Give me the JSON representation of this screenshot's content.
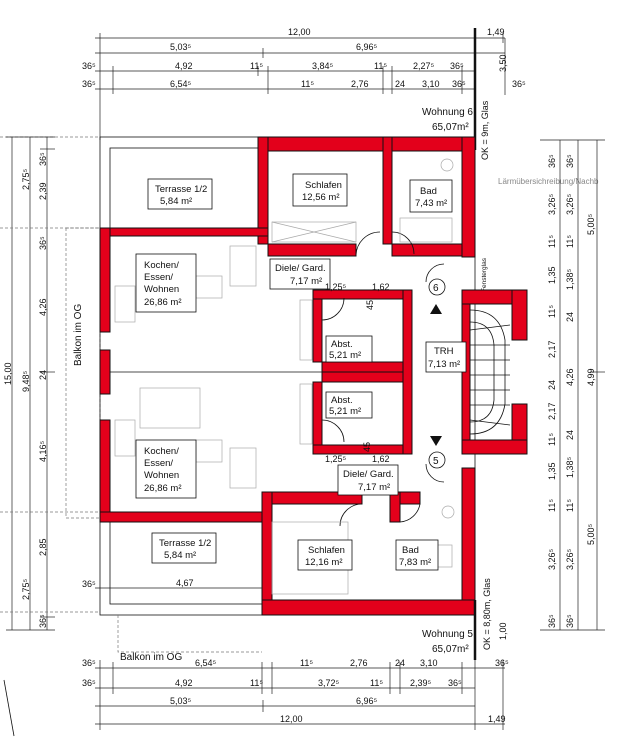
{
  "top_dimensions": {
    "row1": [
      "12,00",
      "1,49"
    ],
    "row2": [
      "5,03⁵",
      "6,96⁵"
    ],
    "row3": [
      "36⁵",
      "4,92",
      "11⁵",
      "3,84⁵",
      "11⁵",
      "2,27⁵",
      "36⁵"
    ],
    "row4": [
      "36⁵",
      "6,54⁵",
      "11⁵",
      "2,76",
      "24",
      "3,10",
      "36⁵"
    ],
    "right": "3,50"
  },
  "bottom_dimensions": {
    "row1": [
      "36⁵",
      "6,54⁵",
      "11⁵",
      "2,76",
      "24",
      "3,10",
      "36⁵"
    ],
    "row2": [
      "36⁵",
      "4,92",
      "11⁵",
      "3,72⁵",
      "11⁵",
      "2,39⁵",
      "36⁵"
    ],
    "row3": [
      "5,03⁵",
      "6,96⁵"
    ],
    "row4": [
      "12,00",
      "1,49"
    ],
    "right": "1,00"
  },
  "left_dimensions": {
    "outer": "15,00",
    "mid": "9,48⁵",
    "col_a": [
      "2,75⁵",
      "2,75⁵"
    ],
    "col_b": [
      "36⁵",
      "2,39",
      "36⁵",
      "4,26",
      "24",
      "4,16⁵",
      "2,85",
      "36⁵"
    ]
  },
  "right_dimensions": {
    "col_a": [
      "36⁵",
      "3,26⁵",
      "11⁵",
      "1,35",
      "11⁵",
      "2,17",
      "24",
      "2,17",
      "11⁵",
      "1,35",
      "11⁵",
      "3,26⁵",
      "36⁵"
    ],
    "col_b": [
      "36⁵",
      "3,26⁵",
      "11⁵",
      "1,38⁵",
      "24",
      "4,26",
      "24",
      "1,38⁵",
      "11⁵",
      "3,26⁵",
      "36⁵"
    ],
    "col_c": [
      "5,00⁵",
      "4,99",
      "5,00⁵"
    ]
  },
  "rooms": {
    "terrace_top": {
      "name": "Terrasse 1/2",
      "area": "5,84 m²"
    },
    "schlafen_top": {
      "name": "Schlafen",
      "area": "12,56 m²"
    },
    "bad_top": {
      "name": "Bad",
      "area": "7,43 m²"
    },
    "kochen_top": {
      "name": "Kochen/\nEssen/\nWohnen",
      "line1": "Kochen/",
      "line2": "Essen/",
      "line3": "Wohnen",
      "area": "26,86 m²"
    },
    "diele_top": {
      "name": "Diele/ Gard.",
      "area": "7,17 m²"
    },
    "abst_top": {
      "name": "Abst.",
      "area": "5,21 m²"
    },
    "trh": {
      "name": "TRH",
      "area": "7,13 m²"
    },
    "abst_bottom": {
      "name": "Abst.",
      "area": "5,21 m²"
    },
    "kochen_bottom": {
      "line1": "Kochen/",
      "line2": "Essen/",
      "line3": "Wohnen",
      "area": "26,86 m²"
    },
    "diele_bottom": {
      "name": "Diele/ Gard.",
      "area": "7,17 m²"
    },
    "terrace_bottom": {
      "name": "Terrasse 1/2",
      "area": "5,84 m²"
    },
    "schlafen_bottom": {
      "name": "Schlafen",
      "area": "12,16 m²"
    },
    "bad_bottom": {
      "name": "Bad",
      "area": "7,83 m²"
    }
  },
  "units": {
    "top": {
      "name": "Wohnung 6",
      "area": "65,07m²"
    },
    "bottom": {
      "name": "Wohnung 5",
      "area": "65,07m²"
    }
  },
  "labels": {
    "ok_top": "OK = 9m, Glas",
    "ok_bottom": "OK = 8,80m, Glas",
    "balkon_og_left": "Balkon im OG",
    "balkon_og_bottom": "Balkon im OG",
    "laermschutz": "Lärmübersichreibung/Nachb",
    "fenster": "Fensterglas",
    "stair_top": "6",
    "stair_bottom": "5",
    "small_dim_1": "1,25⁵",
    "small_dim_2": "1,62",
    "small_dim_3": "45",
    "small_dim_4": "1,25⁵",
    "small_dim_5": "1,62",
    "small_dim_6": "45",
    "terrace_w_label": "36⁵",
    "terrace_w": "4,67",
    "right_top_small": "36⁵"
  }
}
